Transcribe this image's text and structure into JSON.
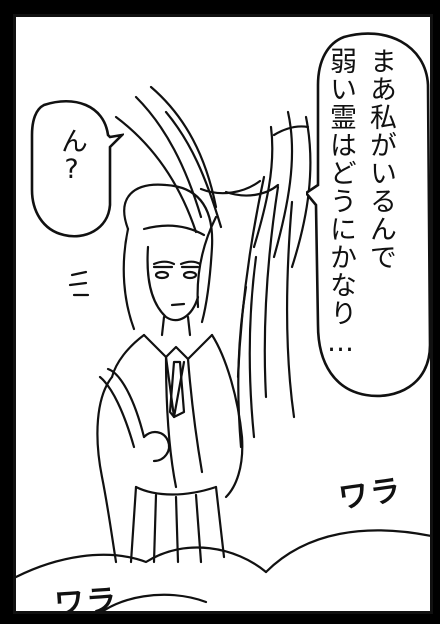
{
  "speech_bubbles": {
    "main_line": "まあ私がいるんで\n弱い霊はどうにかなり…",
    "reaction": "ん?"
  },
  "sound_effects": {
    "rumble_right": "ワラ",
    "rumble_left": "ワラ"
  },
  "colors": {
    "ink": "#111111",
    "paper": "#ffffff",
    "gutter": "#000000"
  }
}
